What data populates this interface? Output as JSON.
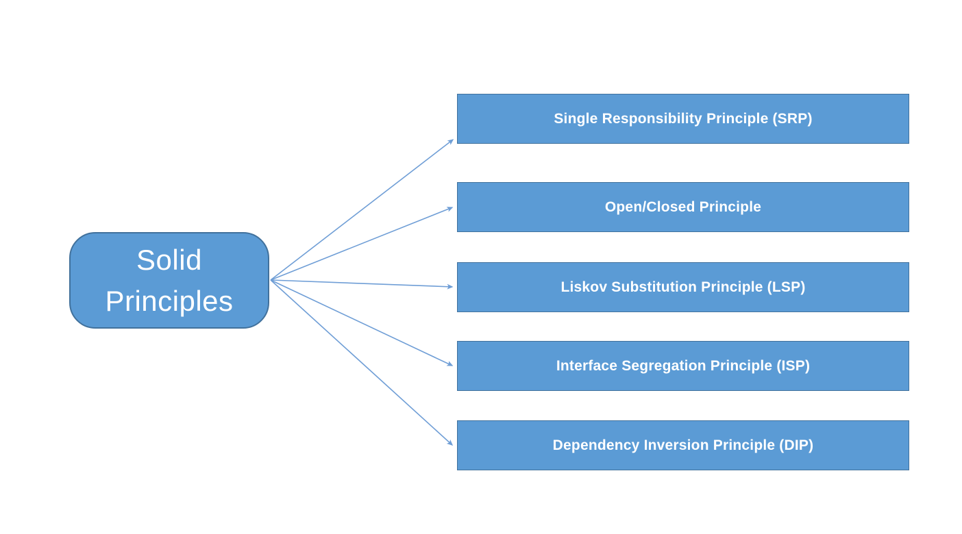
{
  "diagram": {
    "title": "Solid Principles diagram",
    "root": {
      "label": "Solid\nPrinciples"
    },
    "nodes": [
      {
        "label": "Single Responsibility Principle (SRP)"
      },
      {
        "label": "Open/Closed Principle"
      },
      {
        "label": "Liskov Substitution Principle (LSP)"
      },
      {
        "label": "Interface Segregation Principle (ISP)"
      },
      {
        "label": "Dependency Inversion Principle (DIP)"
      }
    ]
  },
  "colors": {
    "background": "#ffffff",
    "node_fill": "#5b9bd5",
    "node_border": "#41719c",
    "arrow": "#6f9ed6",
    "text": "#ffffff"
  }
}
